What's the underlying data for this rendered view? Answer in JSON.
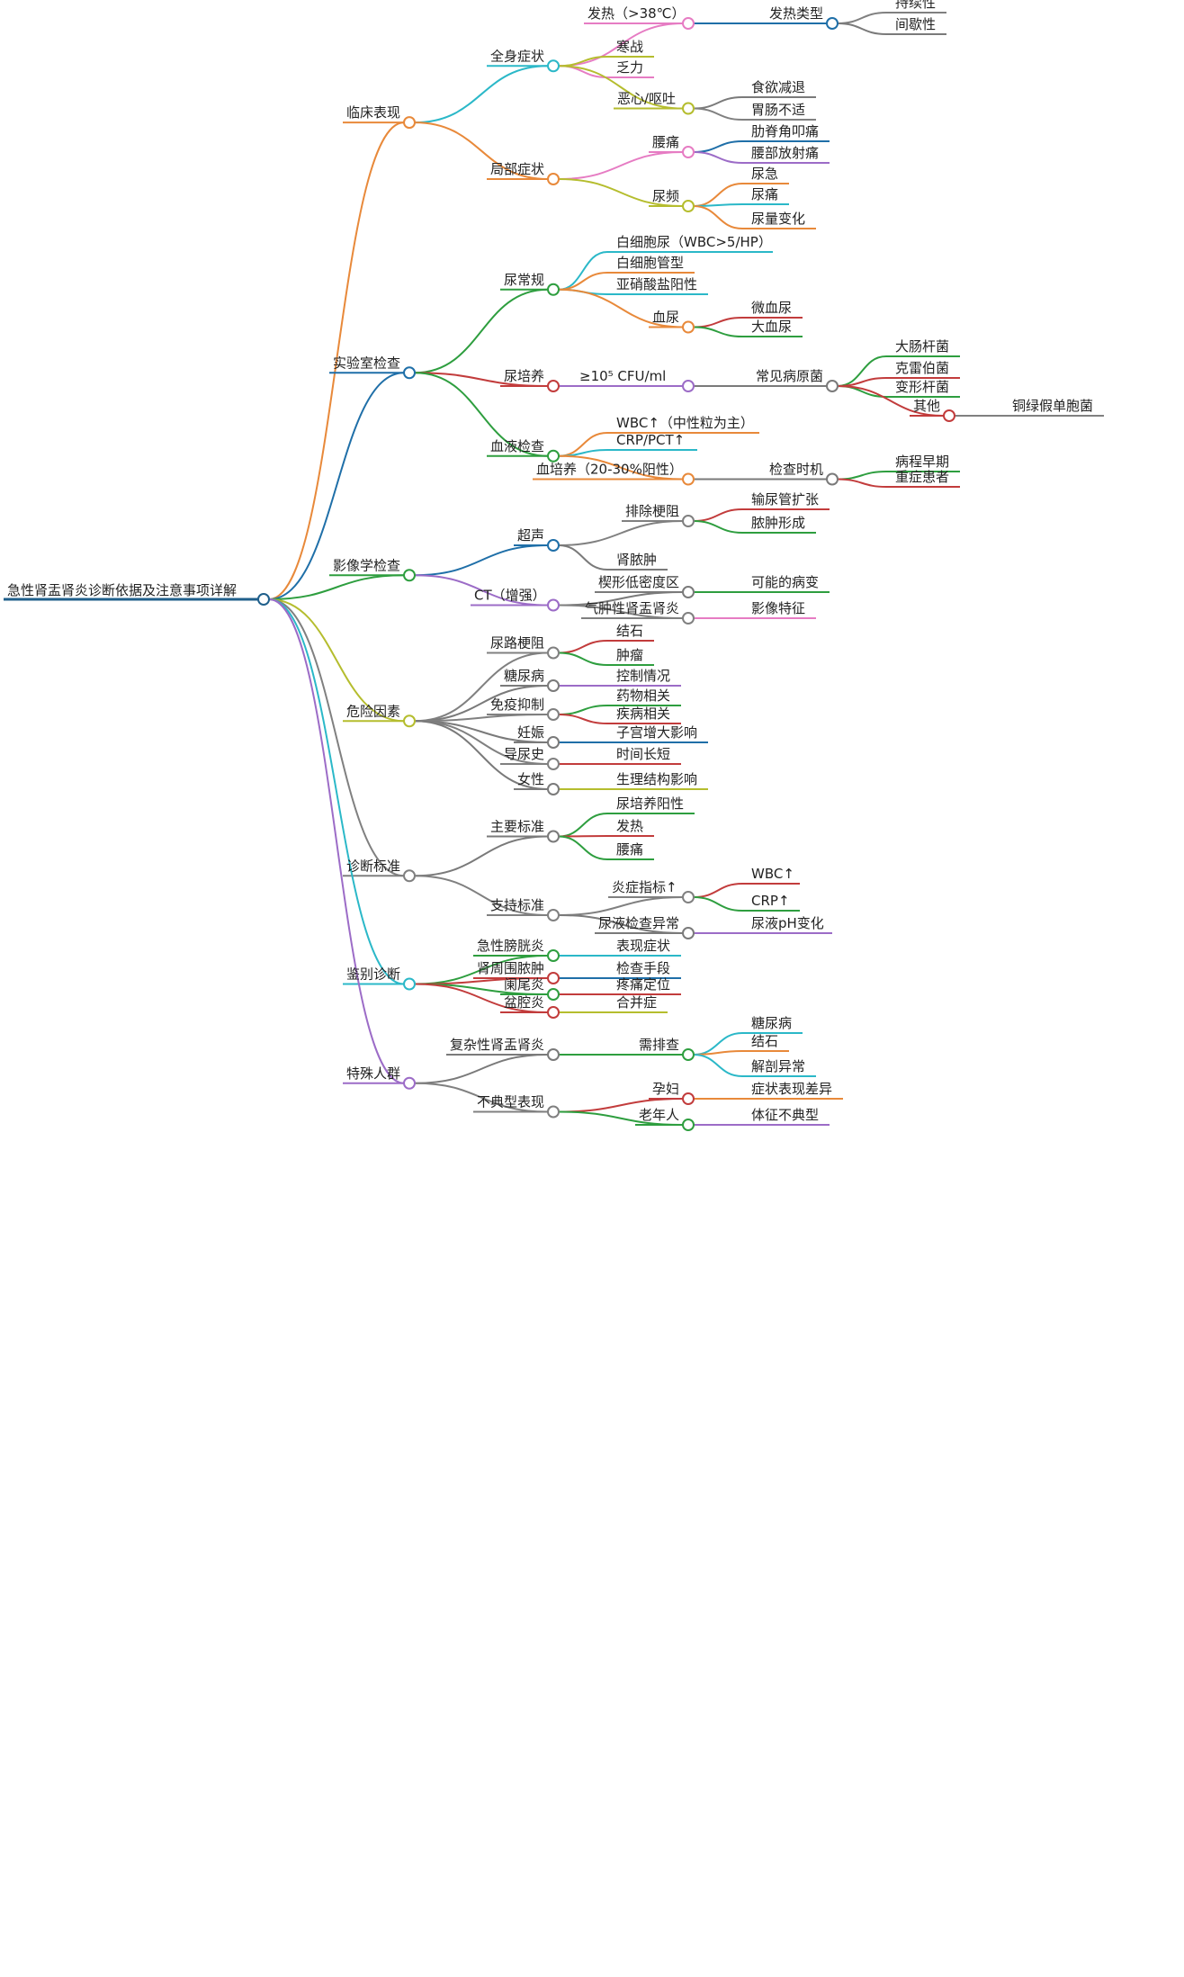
{
  "colors": {
    "root": "#1f5f8b",
    "palette": [
      "#e8893a",
      "#1f6fa8",
      "#2e9e3f",
      "#b5bd2e",
      "#808080",
      "#2bb8c8",
      "#9c6cc7",
      "#c23c3c",
      "#e67cc3",
      "#7a7a7a"
    ]
  },
  "root": "急性肾盂肾炎诊断依据及注意事项详解",
  "branches": [
    {
      "label": "临床表现",
      "children": [
        {
          "label": "全身症状",
          "children": [
            {
              "label": "发热（>38℃）",
              "children": [
                {
                  "label": "发热类型",
                  "children": [
                    {
                      "label": "持续性"
                    },
                    {
                      "label": "间歇性"
                    }
                  ]
                }
              ]
            },
            {
              "label": "寒战"
            },
            {
              "label": "乏力"
            },
            {
              "label": "恶心/呕吐",
              "children": [
                {
                  "label": "食欲减退"
                },
                {
                  "label": "胃肠不适"
                }
              ]
            }
          ]
        },
        {
          "label": "局部症状",
          "children": [
            {
              "label": "腰痛",
              "children": [
                {
                  "label": "肋脊角叩痛"
                },
                {
                  "label": "腰部放射痛"
                }
              ]
            },
            {
              "label": "尿频",
              "children": [
                {
                  "label": "尿急"
                },
                {
                  "label": "尿痛"
                },
                {
                  "label": "尿量变化"
                }
              ]
            }
          ]
        }
      ]
    },
    {
      "label": "实验室检查",
      "children": [
        {
          "label": "尿常规",
          "children": [
            {
              "label": "白细胞尿（WBC>5/HP）"
            },
            {
              "label": "白细胞管型"
            },
            {
              "label": "亚硝酸盐阳性"
            },
            {
              "label": "血尿",
              "children": [
                {
                  "label": "微血尿"
                },
                {
                  "label": "大血尿"
                }
              ]
            }
          ]
        },
        {
          "label": "尿培养",
          "children": [
            {
              "label": "≥10⁵ CFU/ml",
              "children": [
                {
                  "label": "常见病原菌",
                  "children": [
                    {
                      "label": "大肠杆菌"
                    },
                    {
                      "label": "克雷伯菌"
                    },
                    {
                      "label": "变形杆菌"
                    },
                    {
                      "label": "其他",
                      "children": [
                        {
                          "label": "铜绿假单胞菌"
                        }
                      ]
                    }
                  ]
                }
              ]
            }
          ]
        },
        {
          "label": "血液检查",
          "children": [
            {
              "label": "WBC↑（中性粒为主）"
            },
            {
              "label": "CRP/PCT↑"
            },
            {
              "label": "血培养（20-30%阳性）",
              "children": [
                {
                  "label": "检查时机",
                  "children": [
                    {
                      "label": "病程早期"
                    },
                    {
                      "label": "重症患者"
                    }
                  ]
                }
              ]
            }
          ]
        }
      ]
    },
    {
      "label": "影像学检查",
      "children": [
        {
          "label": "超声",
          "children": [
            {
              "label": "排除梗阻",
              "children": [
                {
                  "label": "输尿管扩张"
                },
                {
                  "label": "脓肿形成"
                }
              ]
            },
            {
              "label": "肾脓肿"
            }
          ]
        },
        {
          "label": "CT（增强）",
          "children": [
            {
              "label": "楔形低密度区",
              "children": [
                {
                  "label": "可能的病变"
                }
              ]
            },
            {
              "label": "气肿性肾盂肾炎",
              "children": [
                {
                  "label": "影像特征"
                }
              ]
            }
          ]
        }
      ]
    },
    {
      "label": "危险因素",
      "children": [
        {
          "label": "尿路梗阻",
          "children": [
            {
              "label": "结石"
            },
            {
              "label": "肿瘤"
            }
          ]
        },
        {
          "label": "糖尿病",
          "children": [
            {
              "label": "控制情况"
            }
          ]
        },
        {
          "label": "免疫抑制",
          "children": [
            {
              "label": "药物相关"
            },
            {
              "label": "疾病相关"
            }
          ]
        },
        {
          "label": "妊娠",
          "children": [
            {
              "label": "子宫增大影响"
            }
          ]
        },
        {
          "label": "导尿史",
          "children": [
            {
              "label": "时间长短"
            }
          ]
        },
        {
          "label": "女性",
          "children": [
            {
              "label": "生理结构影响"
            }
          ]
        }
      ]
    },
    {
      "label": "诊断标准",
      "children": [
        {
          "label": "主要标准",
          "children": [
            {
              "label": "尿培养阳性"
            },
            {
              "label": "发热"
            },
            {
              "label": "腰痛"
            }
          ]
        },
        {
          "label": "支持标准",
          "children": [
            {
              "label": "炎症指标↑",
              "children": [
                {
                  "label": "WBC↑"
                },
                {
                  "label": "CRP↑"
                }
              ]
            },
            {
              "label": "尿液检查异常",
              "children": [
                {
                  "label": "尿液pH变化"
                }
              ]
            }
          ]
        }
      ]
    },
    {
      "label": "鉴别诊断",
      "children": [
        {
          "label": "急性膀胱炎",
          "children": [
            {
              "label": "表现症状"
            }
          ]
        },
        {
          "label": "肾周围脓肿",
          "children": [
            {
              "label": "检查手段"
            }
          ]
        },
        {
          "label": "阑尾炎",
          "children": [
            {
              "label": "疼痛定位"
            }
          ]
        },
        {
          "label": "盆腔炎",
          "children": [
            {
              "label": "合并症"
            }
          ]
        }
      ]
    },
    {
      "label": "特殊人群",
      "children": [
        {
          "label": "复杂性肾盂肾炎",
          "children": [
            {
              "label": "需排查",
              "children": [
                {
                  "label": "糖尿病"
                },
                {
                  "label": "结石"
                },
                {
                  "label": "解剖异常"
                }
              ]
            }
          ]
        },
        {
          "label": "不典型表现",
          "children": [
            {
              "label": "孕妇",
              "children": [
                {
                  "label": "症状表现差异"
                }
              ]
            },
            {
              "label": "老年人",
              "children": [
                {
                  "label": "体征不典型"
                }
              ]
            }
          ]
        }
      ]
    }
  ]
}
